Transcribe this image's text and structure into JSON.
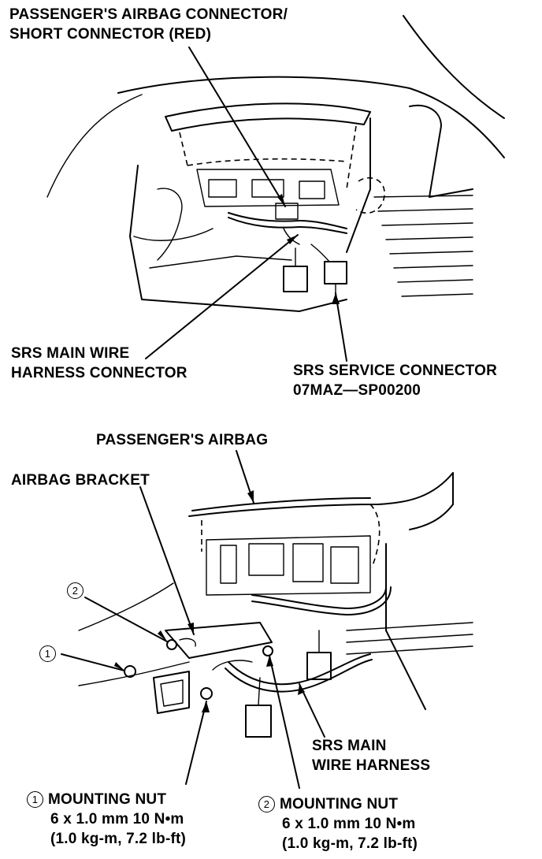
{
  "top": {
    "label_passenger_connector_line1": "PASSENGER'S AIRBAG CONNECTOR/",
    "label_passenger_connector_line2": "SHORT CONNECTOR (RED)",
    "label_srs_main_harness_connector_line1": "SRS MAIN WIRE",
    "label_srs_main_harness_connector_line2": "HARNESS CONNECTOR",
    "label_srs_service_connector_line1": "SRS SERVICE CONNECTOR",
    "label_srs_service_connector_line2": "07MAZ—SP00200"
  },
  "bottom": {
    "label_passenger_airbag": "PASSENGER'S AIRBAG",
    "label_airbag_bracket": "AIRBAG BRACKET",
    "callout_1": "1",
    "callout_2": "2",
    "label_srs_main_wire_harness_line1": "SRS MAIN",
    "label_srs_main_wire_harness_line2": "WIRE HARNESS",
    "nut1": {
      "number": "1",
      "title": "MOUNTING NUT",
      "spec": "6 x 1.0 mm 10 N•m",
      "torque": "(1.0 kg-m, 7.2 lb-ft)"
    },
    "nut2": {
      "number": "2",
      "title": "MOUNTING NUT",
      "spec": "6 x 1.0 mm 10 N•m",
      "torque": "(1.0 kg-m, 7.2 lb-ft)"
    }
  }
}
